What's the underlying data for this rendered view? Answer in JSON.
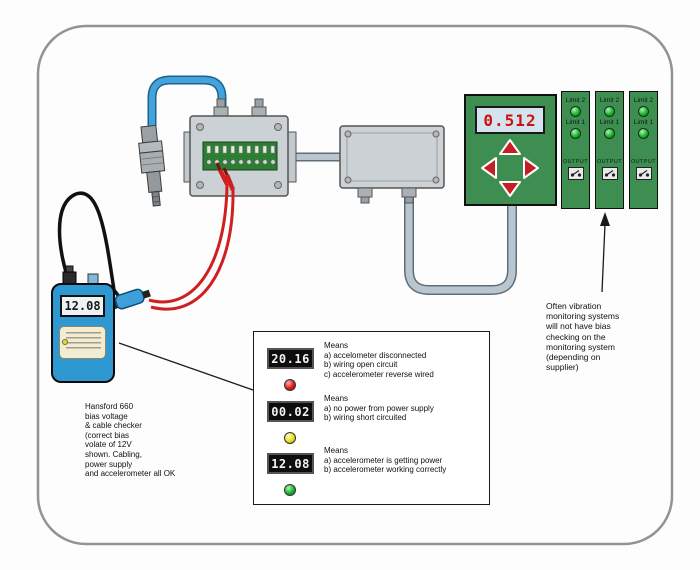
{
  "monitor": {
    "display_value": "0.512"
  },
  "limit_modules": [
    {
      "limit2_label": "Limit 2",
      "limit1_label": "Limit 1",
      "output_label": "OUTPUT"
    },
    {
      "limit2_label": "Limit 2",
      "limit1_label": "Limit 1",
      "output_label": "OUTPUT"
    },
    {
      "limit2_label": "Limit 2",
      "limit1_label": "Limit 1",
      "output_label": "OUTPUT"
    }
  ],
  "handheld": {
    "display_value": "12.08"
  },
  "legend": {
    "items": [
      {
        "display_value": "20.16",
        "led_color": "#e01818",
        "lines": [
          "Means",
          "a) accelometer disconnected",
          "b) wiring open circuit",
          "c) accelerometer reverse wired"
        ]
      },
      {
        "display_value": "00.02",
        "led_color": "#e8df1c",
        "lines": [
          "Means",
          "a) no power from power supply",
          "b) wiring short circuited"
        ]
      },
      {
        "display_value": "12.08",
        "led_color": "#17b42a",
        "lines": [
          "Means",
          "a) accelerometer is getting power",
          "b) accelerometer working correctly"
        ]
      }
    ]
  },
  "notes": {
    "left": "Hansford 660\nbias voltage\n& cable checker\n(correct bias\nvolate of 12V\nshown. Cabling,\npower supply\nand accelerometer all OK",
    "right": "Often vibration\nmonitoring systems\nwill not have bias\nchecking on the\nmonitoring system\n(depending on\nsupplier)"
  },
  "colors": {
    "panel_green": "#3e8e52",
    "device_blue": "#2e98d1",
    "cable_blue": "#44a3dc",
    "cable_gray": "#b9c6d0",
    "test_lead_red": "#cf1f1f",
    "lcd_background": "#d3e4ee",
    "lcd_digits": "#d01010",
    "led_green": "#17b42a",
    "led_red": "#e01818",
    "led_yellow": "#e8df1c"
  }
}
